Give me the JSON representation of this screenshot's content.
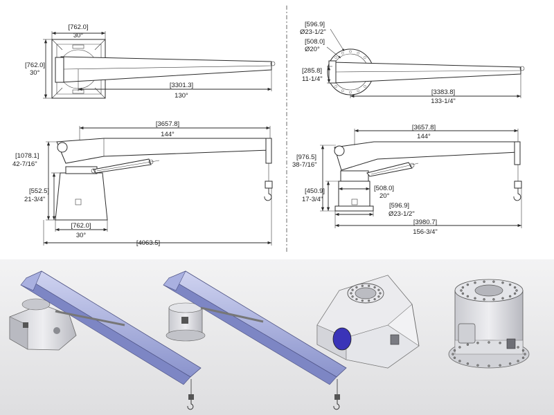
{
  "colors": {
    "line": "#2a2a2a",
    "boom_blue": "#9aa3d6",
    "boom_light": "#c6cbee",
    "pedestal_gray": "#d9dadf",
    "photo_bg": "#e9e9ea",
    "motor_blue": "#3a34b8"
  },
  "icons": {
    "hook": "crane-hook-icon",
    "bolt_ring": "bolt-circle-icon"
  },
  "views": {
    "top_left": {
      "width_mm": "[762.0]",
      "width_in": "30°",
      "height_mm": "[762.0]",
      "height_in": "30°",
      "reach_mm": "[3301.3]",
      "reach_in": "130°"
    },
    "top_right": {
      "flange_mm": "[596.9]",
      "flange_in": "Ø23-1/2\"",
      "bore_mm": "[508.0]",
      "bore_in": "Ø20°",
      "offset_mm": "[285.8]",
      "offset_in": "11-1/4\"",
      "reach_mm": "[3383.8]",
      "reach_in": "133-1/4\""
    },
    "side_left": {
      "reach_mm": "[3657.8]",
      "reach_in": "144°",
      "height_mm": "[1078.1]",
      "height_in": "42-7/16\"",
      "pedestal_mm": "[552.5]",
      "pedestal_in": "21-3/4\"",
      "base_mm": "[762.0]",
      "base_in": "30°",
      "total_mm": "[4063.5]"
    },
    "side_right": {
      "reach_mm": "[3657.8]",
      "reach_in": "144°",
      "height_mm": "[976.5]",
      "height_in": "38-7/16\"",
      "pedestal_mm": "[450.9]",
      "pedestal_in": "17-3/4\"",
      "bore_mm": "[508.0]",
      "bore_in": "20°",
      "flange_mm": "[596.9]",
      "flange_in": "Ø23-1/2\"",
      "total_mm": "[3980.7]",
      "total_in": "156-3/4\""
    }
  }
}
